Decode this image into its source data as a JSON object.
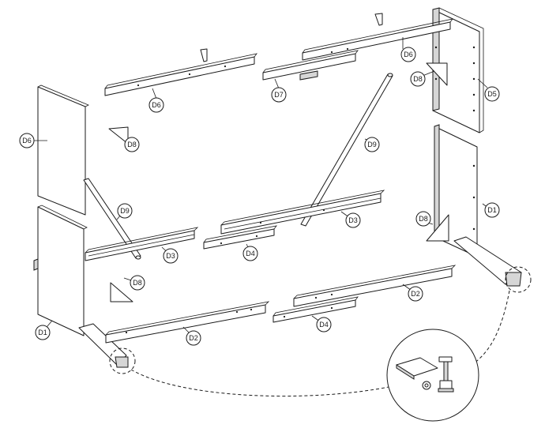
{
  "parts": {
    "d1": "D1",
    "d2": "D2",
    "d3": "D3",
    "d4": "D4",
    "d5": "D5",
    "d6": "D6",
    "d7": "D7",
    "d8": "D8",
    "d9": "D9"
  }
}
